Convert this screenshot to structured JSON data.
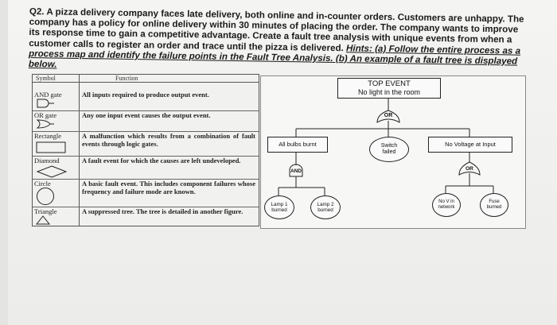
{
  "question": {
    "label": "Q2.",
    "body": "A pizza delivery company faces late delivery, both online and in-counter orders. Customers are unhappy. The company has a policy for online delivery within 30 minutes of placing the order. The company wants to improve its response time to gain a competitive advantage. Create a fault tree analysis with unique events from when a customer calls to register an order and trace until the pizza is delivered.",
    "hints": "Hints: (a) Follow the entire process as a process map and identify the failure points in the Fault Tree Analysis. (b) An example of a fault tree is displayed below."
  },
  "symbol_table": {
    "headers": [
      "Symbol",
      "Function"
    ],
    "rows": [
      {
        "name": "AND gate",
        "function": "All inputs required to produce output event."
      },
      {
        "name": "OR gate",
        "function": "Any one input event causes the output event."
      },
      {
        "name": "Rectangle",
        "function": "A malfunction which results from a combination of fault events through logic gates."
      },
      {
        "name": "Diamond",
        "function": "A fault event for which the causes are left undeveloped."
      },
      {
        "name": "Circle",
        "function": "A basic fault event. This includes component failures whose frequency and failure mode are known."
      },
      {
        "name": "Triangle",
        "function": "A suppressed tree. The tree is detailed in another figure."
      }
    ]
  },
  "fault_tree": {
    "top_event_title": "TOP EVENT",
    "top_event_text": "No light in the room",
    "top_gate": "OR",
    "all_bulbs": "All bulbs burnt",
    "switch_failed": "Switch failed",
    "no_voltage": "No Voltage at Input",
    "and_gate": "AND",
    "right_gate": "OR",
    "lamp1": "Lamp 1 burned",
    "lamp2": "Lamp 2 burned",
    "no_v_network": "No V in network",
    "fuse_burned": "Fuse burned"
  }
}
